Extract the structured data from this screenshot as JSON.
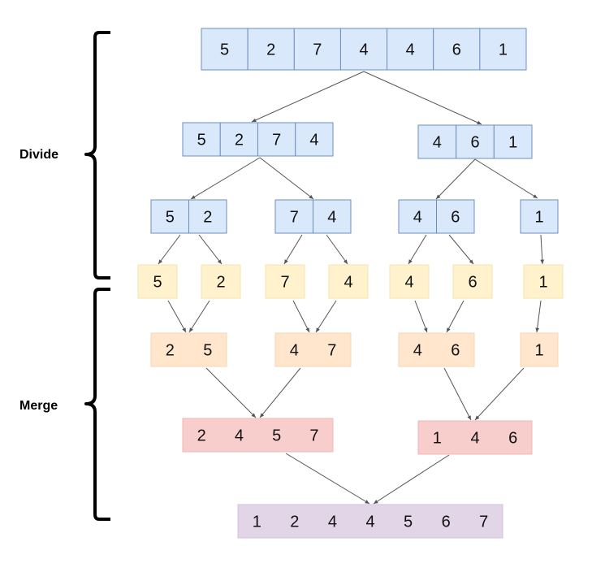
{
  "labels": {
    "divide": "Divide",
    "merge": "Merge"
  },
  "colors": {
    "blue_fill": "#dae8fc",
    "blue_stroke": "#6c8ebf",
    "yellow_fill": "#fff2cc",
    "yellow_stroke": "#f3e4b0",
    "orange_fill": "#ffe6cc",
    "orange_stroke": "#f5d5b0",
    "red_fill": "#f8cecc",
    "red_stroke": "#f0b8b6",
    "purple_fill": "#e1d5e7",
    "purple_stroke": "#d2c2da",
    "arrow": "#555555",
    "brace": "#000000"
  },
  "arrays": {
    "root": [
      "5",
      "2",
      "7",
      "4",
      "4",
      "6",
      "1"
    ],
    "d1_left": [
      "5",
      "2",
      "7",
      "4"
    ],
    "d1_right": [
      "4",
      "6",
      "1"
    ],
    "d2_a": [
      "5",
      "2"
    ],
    "d2_b": [
      "7",
      "4"
    ],
    "d2_c": [
      "4",
      "6"
    ],
    "d2_d": [
      "1"
    ],
    "s_5": [
      "5"
    ],
    "s_2": [
      "2"
    ],
    "s_7": [
      "7"
    ],
    "s_4a": [
      "4"
    ],
    "s_4b": [
      "4"
    ],
    "s_6": [
      "6"
    ],
    "s_1": [
      "1"
    ],
    "m1_a": [
      "2",
      "5"
    ],
    "m1_b": [
      "4",
      "7"
    ],
    "m1_c": [
      "4",
      "6"
    ],
    "m1_d": [
      "1"
    ],
    "m2_left": [
      "2",
      "4",
      "5",
      "7"
    ],
    "m2_right": [
      "1",
      "4",
      "6"
    ],
    "final": [
      "1",
      "2",
      "4",
      "4",
      "5",
      "6",
      "7"
    ]
  }
}
